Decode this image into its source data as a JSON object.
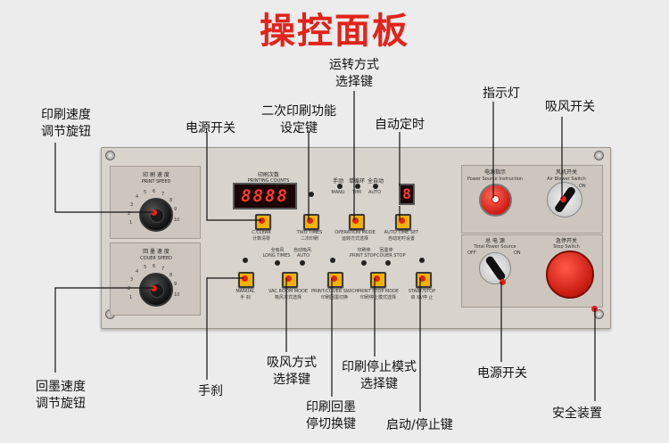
{
  "title": "操控面板",
  "callouts": {
    "print_speed": [
      "印刷速度",
      "调节旋钮"
    ],
    "power_switch_top": "电源开关",
    "second_print": [
      "二次印刷功能",
      "设定键"
    ],
    "operation_mode": [
      "运转方式",
      "选择键"
    ],
    "auto_timer": "自动定时",
    "indicator": "指示灯",
    "suction_switch": "吸风开关",
    "return_ink_speed": [
      "回墨速度",
      "调节旋钮"
    ],
    "hand_brake": "手刹",
    "suction_mode": [
      "吸风方式",
      "选择键"
    ],
    "print_return_switch": [
      "印刷回墨",
      "停切换键"
    ],
    "print_stop_mode": [
      "印刷停止模式",
      "选择键"
    ],
    "start_stop": "启动/停止键",
    "power_switch_bottom": "电源开关",
    "safety_device": "安全装置"
  },
  "panel": {
    "print_speed_cn": "印 刷 速 度",
    "print_speed_en": "PRINT SPEED",
    "return_speed_cn": "回 墨 速 度",
    "return_speed_en": "COUER SPEED",
    "counts_cn": "印刷次数",
    "counts_en": "PRINTING COUNTS",
    "counter_display": "8888",
    "timer_display": "8",
    "mode_labels": [
      "手动",
      "单循环",
      "全自动"
    ],
    "mode_labels_en": [
      "MANU",
      "TIMI",
      "AUTO"
    ],
    "clear_label_en": "C.CLEAR",
    "clear_label_cn": "计数清零",
    "two_times_en": "TWO TIMES",
    "two_times_cn": "二次印刷",
    "op_mode_en": "OPERATION MODE",
    "op_mode_cn": "运转方式选择",
    "auto_time_en": "AUTO TIME SET",
    "auto_time_cn": "自动定时设置",
    "suction_top_cn": [
      "全吸风",
      "自动吸风"
    ],
    "suction_top_en": [
      "LONG TIMES",
      "AUTO"
    ],
    "print_stop_top_cn": [
      "印刷停",
      "回墨停"
    ],
    "print_stop_top_en": [
      "PRINT STOP",
      "COUER STOP"
    ],
    "manual_en": "MANUAL",
    "manual_cn": "手 刹",
    "vac_en": "VAC.ROOM MODE",
    "vac_cn": "吸风方式选择",
    "pcs_en": "PRINT/COUER SWICH",
    "pcs_cn": "印刷回墨切换",
    "psm_en": "PRINT STOP MODE",
    "psm_cn": "印刷停止模式选择",
    "ss_en": "START/STOP",
    "ss_cn": "启 动/停 止",
    "power_ind_cn": "电源指示",
    "power_ind_en": "Power Source Instruction",
    "fan_cn": "风机开关",
    "fan_en": "Air Blower Switch",
    "off": "OFF",
    "on": "ON",
    "total_power_cn": "总 电 源",
    "total_power_en": "Total Power Source",
    "estop_cn": "急停开关",
    "estop_en": "Stop Switch",
    "dial_numbers": [
      "1",
      "2",
      "3",
      "4",
      "5",
      "6",
      "7",
      "8",
      "9",
      "10"
    ]
  }
}
